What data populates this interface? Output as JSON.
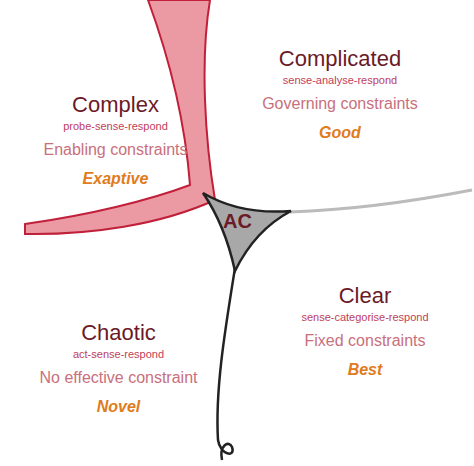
{
  "diagram": {
    "nodes": [
      {
        "text": [
          "Complex",
          "probe-sense-respond",
          "Enabling constraints",
          "Exaptive"
        ]
      },
      {
        "text": [
          "Complicated",
          "sense-analyse-respond",
          "Governing constraints",
          "Good"
        ]
      },
      {
        "text": [
          "Chaotic",
          "act-sense-respond",
          "No effective constraint",
          "Novel"
        ]
      },
      {
        "text": [
          "Clear",
          "sense-categorise-respond",
          "Fixed constraints",
          "Best"
        ]
      },
      {
        "text": [
          "AC"
        ]
      }
    ]
  }
}
